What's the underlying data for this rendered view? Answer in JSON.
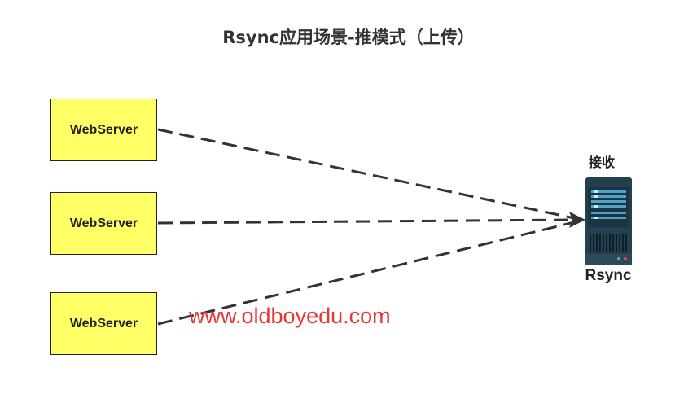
{
  "title": "Rsync应用场景-推模式（上传）",
  "sources": [
    {
      "label": "WebServer"
    },
    {
      "label": "WebServer"
    },
    {
      "label": "WebServer"
    }
  ],
  "target": {
    "caption": "接收",
    "label": "Rsync",
    "icon": "server-rack-icon"
  },
  "edges": [
    {
      "from": "WebServer",
      "to": "Rsync",
      "style": "dashed-arrow"
    },
    {
      "from": "WebServer",
      "to": "Rsync",
      "style": "dashed-arrow"
    },
    {
      "from": "WebServer",
      "to": "Rsync",
      "style": "dashed-arrow"
    }
  ],
  "watermark": "www.oldboyedu.com",
  "colors": {
    "box_fill": "#ffff66",
    "arrow": "#333333",
    "watermark": "#ee3333",
    "server_body": "#24404f"
  }
}
